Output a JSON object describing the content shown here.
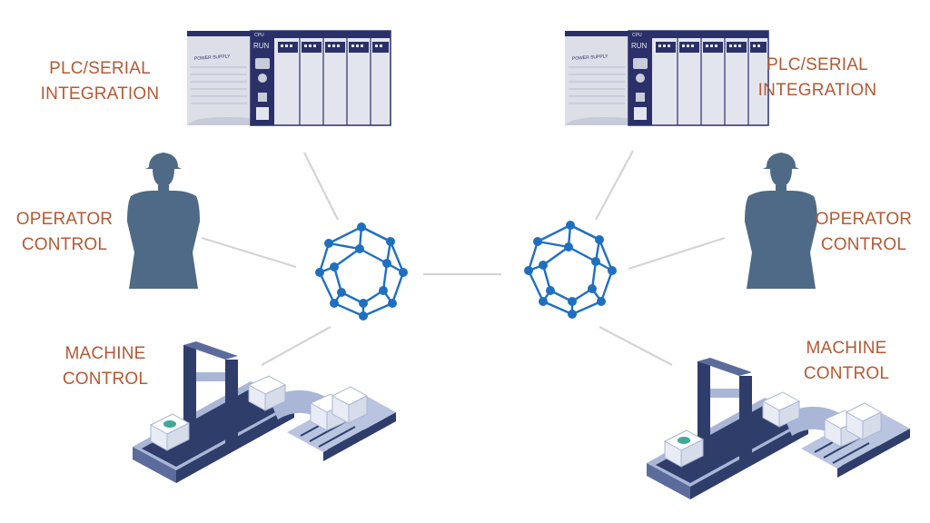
{
  "colors": {
    "label": "#b35a34",
    "connector": "#d4d4d4",
    "hub": "#1f6fc1",
    "silhouette": "#4f6a86",
    "plc_panel": "#d9dbe6",
    "plc_face": "#2b3168",
    "machine_frame": "#2f3d6b",
    "machine_light": "#a9b6d6"
  },
  "left": {
    "plc": {
      "line1": "PLC/SERIAL",
      "line2": "INTEGRATION"
    },
    "operator": {
      "line1": "OPERATOR",
      "line2": "CONTROL"
    },
    "machine": {
      "line1": "MACHINE",
      "line2": "CONTROL"
    }
  },
  "right": {
    "plc": {
      "line1": "PLC/SERIAL",
      "line2": "INTEGRATION"
    },
    "operator": {
      "line1": "OPERATOR",
      "line2": "CONTROL"
    },
    "machine": {
      "line1": "MACHINE",
      "line2": "CONTROL"
    }
  },
  "plc_device": {
    "power_label": "POWER SUPPLY",
    "cpu_label": "CPU",
    "run_label": "RUN"
  },
  "icons": {
    "hub": "network-hub-icon",
    "operator": "worker-silhouette-icon",
    "plc": "plc-rack-icon",
    "machine": "conveyor-machine-icon"
  }
}
